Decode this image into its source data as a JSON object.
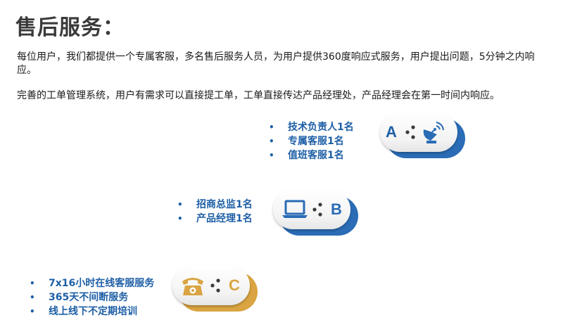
{
  "heading": {
    "title": "售后服务："
  },
  "paragraphs": {
    "p1": "每位用户，我们都提供一个专属客服，多名售后服务人员，为用户提供360度响应式服务，用户提出问题，5分钟之内响应。",
    "p2": "完善的工单管理系统，用户有需求可以直接提工单，工单直接传达产品经理处，产品经理会在第一时间内响应。"
  },
  "groups": {
    "a": {
      "letter": "A",
      "icon": "satellite-dish-icon",
      "items": [
        "技术负责人1名",
        "专属客服1名",
        "值班客服1名"
      ]
    },
    "b": {
      "letter": "B",
      "icon": "laptop-icon",
      "items": [
        "招商总监1名",
        "产品经理1名"
      ]
    },
    "c": {
      "letter": "C",
      "icon": "telephone-icon",
      "items": [
        "7x16小时在线客服服务",
        "365天不间断服务",
        "线上线下不定期培训"
      ]
    }
  },
  "colors": {
    "blue": "#1e5fa6",
    "blue_dark": "#2a6cb5",
    "gold": "#d9a441",
    "gold_dark": "#c58c2a",
    "dark_gray": "#3a3a3a"
  }
}
